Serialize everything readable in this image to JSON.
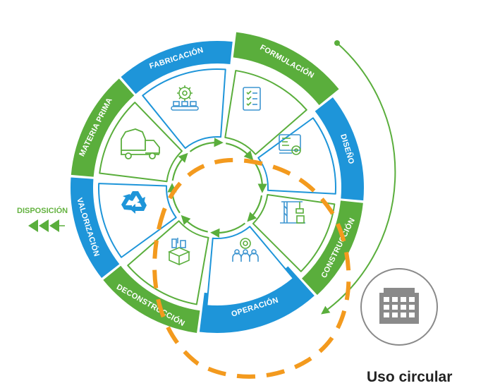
{
  "colors": {
    "green": "#5aae3c",
    "blue": "#1e95d9",
    "orange": "#f39a1e",
    "gray": "#8a8a8a",
    "white": "#ffffff"
  },
  "segments": [
    {
      "key": "formulacion",
      "label": "FORMULACIÓN",
      "color": "green",
      "icon": "checklist-document-icon"
    },
    {
      "key": "diseno",
      "label": "DISEÑO",
      "color": "blue",
      "icon": "blueprint-design-icon"
    },
    {
      "key": "construccion",
      "label": "CONSTRUCCIÓN",
      "color": "green",
      "icon": "construction-crane-icon"
    },
    {
      "key": "operacion",
      "label": "OPERACIÓN",
      "color": "blue",
      "icon": "operation-team-gear-icon"
    },
    {
      "key": "deconstruccion",
      "label": "DECONSTRUCCIÓN",
      "color": "green",
      "icon": "deconstruction-box-icon"
    },
    {
      "key": "valorizacion",
      "label": "VALORIZACIÓN",
      "color": "blue",
      "icon": "recycle-icon"
    },
    {
      "key": "materia_prima",
      "label": "MATERIA PRIMA",
      "color": "green",
      "icon": "truck-raw-material-icon"
    },
    {
      "key": "fabricacion",
      "label": "FABRICACIÓN",
      "color": "blue",
      "icon": "factory-gear-conveyor-icon"
    }
  ],
  "disposicion": {
    "label": "DISPOSICIÓN",
    "icon": "triple-arrow-left-icon"
  },
  "uso_circular": {
    "label": "Uso circular",
    "icon": "building-icon"
  }
}
